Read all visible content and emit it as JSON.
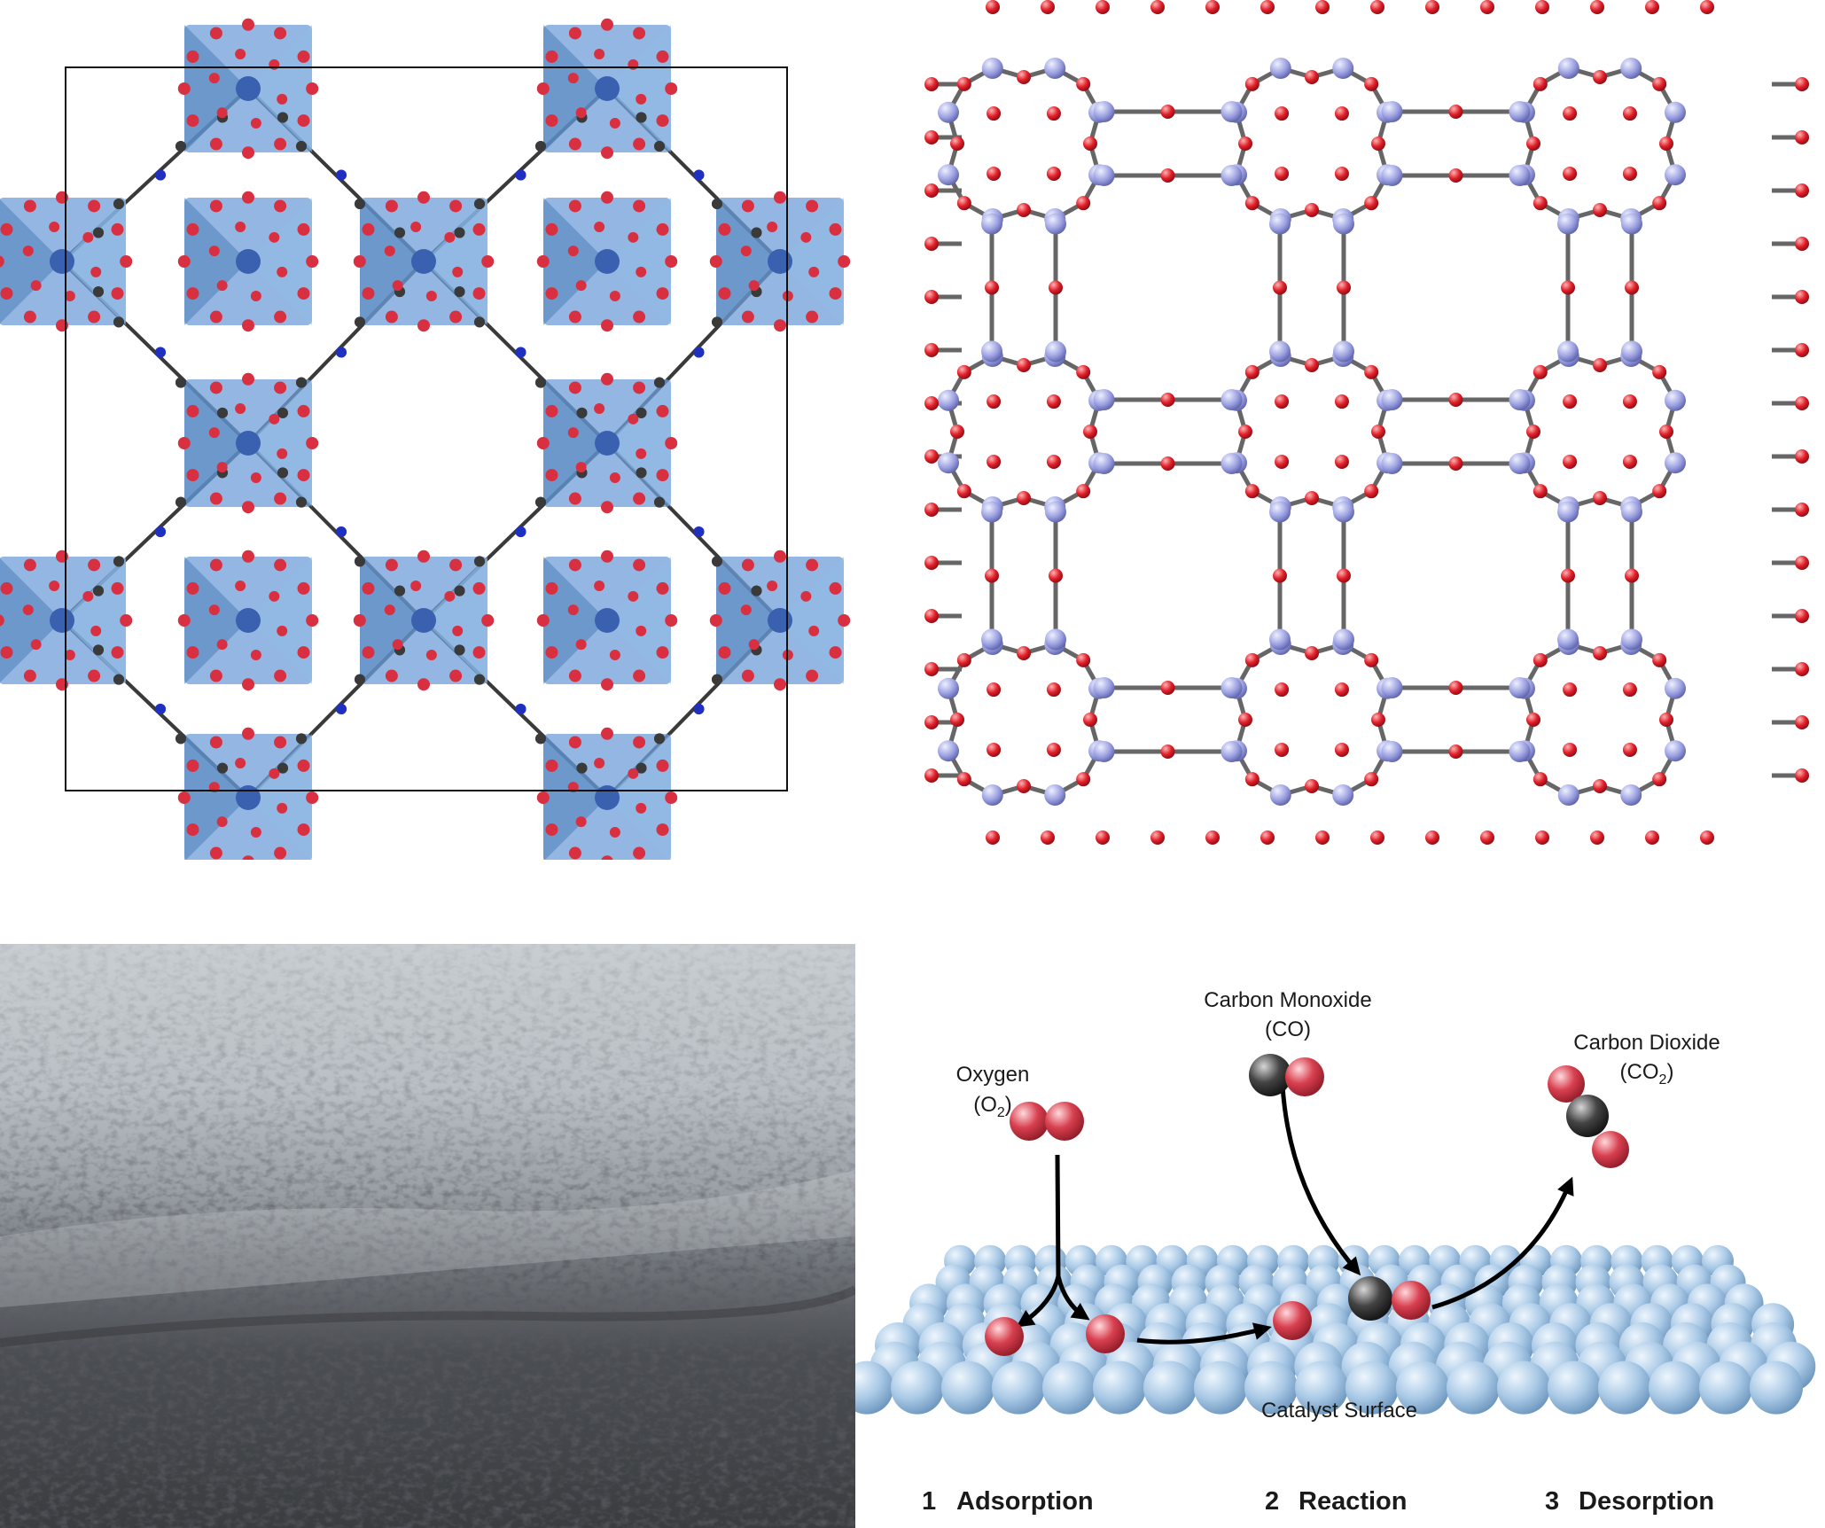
{
  "figure": {
    "panels": [
      {
        "id": "crystal-structure-polyhedra"
      },
      {
        "id": "zeolite-ball-stick-network"
      },
      {
        "id": "porous-foam-photo"
      },
      {
        "id": "catalysis-diagram"
      }
    ]
  },
  "catalysis": {
    "oxygen_label": "Oxygen",
    "oxygen_formula_open": "(O",
    "oxygen_formula_sub": "2",
    "oxygen_formula_close": ")",
    "co_label": "Carbon Monoxide",
    "co_formula": "(CO)",
    "co2_label": "Carbon Dioxide",
    "co2_formula_open": "(CO",
    "co2_formula_sub": "2",
    "co2_formula_close": ")",
    "surface_label": "Catalyst Surface",
    "steps": [
      {
        "number": "1",
        "label": "Adsorption"
      },
      {
        "number": "2",
        "label": "Reaction"
      },
      {
        "number": "3",
        "label": "Desorption"
      }
    ]
  },
  "colors": {
    "oxygen_atom": "#d83040",
    "carbon_atom": "#3a3a3a",
    "nitrogen_atom": "#1f2fc0",
    "silicon_atom": "#9a9fe0",
    "polyhedron": "#6f9fd8",
    "surface_atom": "#a9c9e6",
    "bond": "#666666"
  }
}
